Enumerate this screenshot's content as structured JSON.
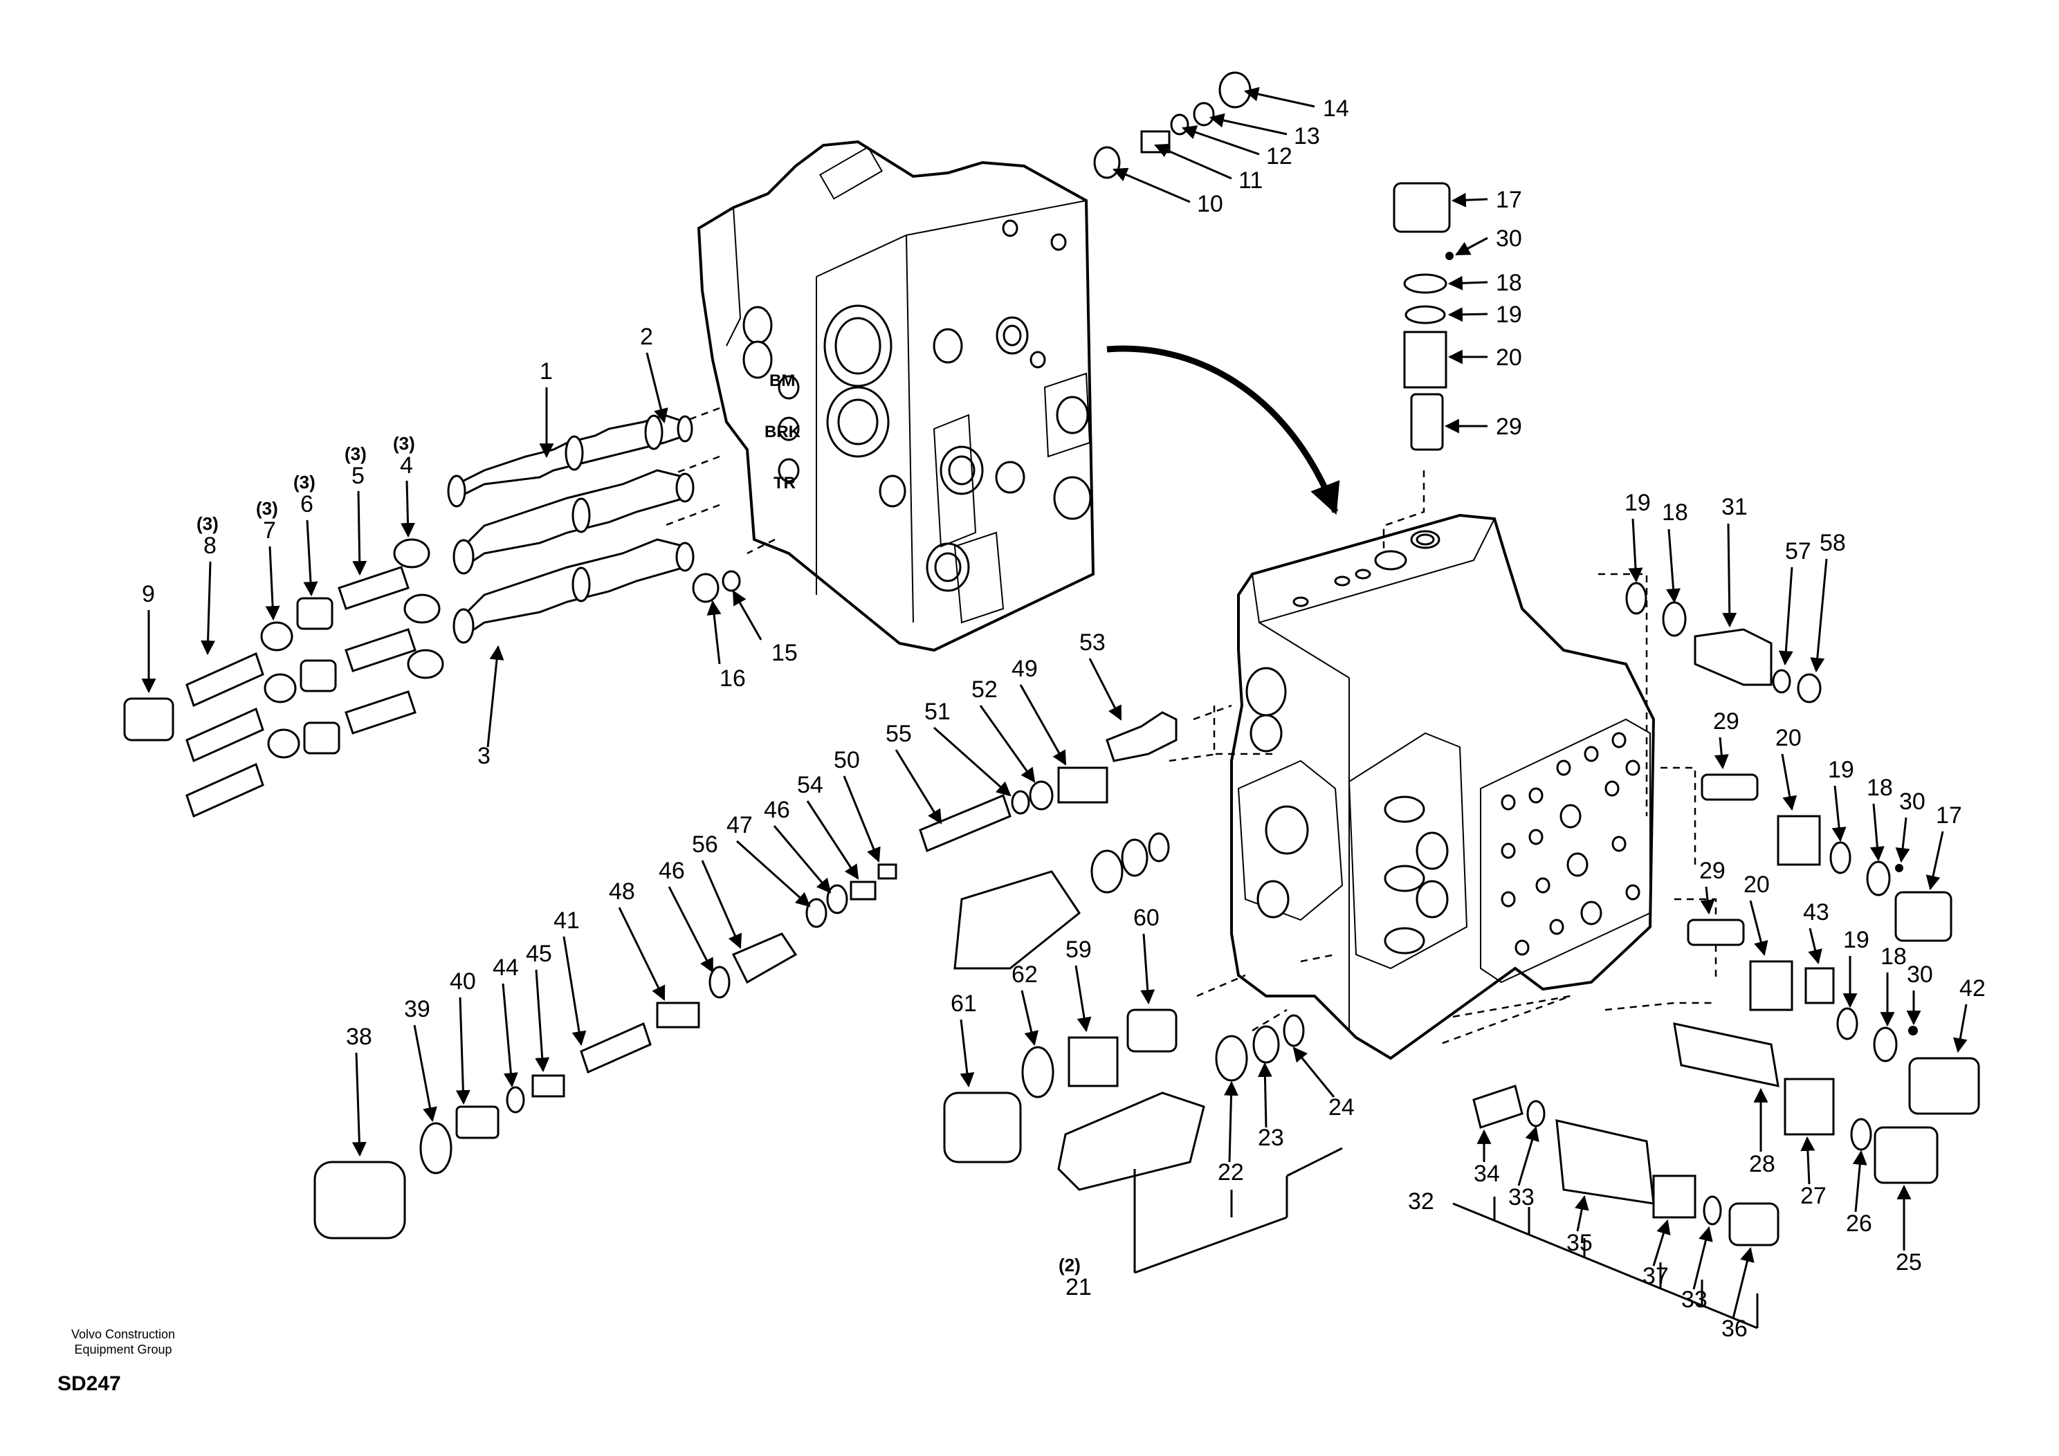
{
  "diagram": {
    "footer": {
      "company_line1": "Volvo Construction",
      "company_line2": "Equipment Group",
      "code": "SD247"
    },
    "valve_port_labels": [
      "BM",
      "BRK",
      "TR"
    ],
    "part_labels": [
      {
        "id": "p1",
        "text": "1"
      },
      {
        "id": "p2",
        "text": "2"
      },
      {
        "id": "p3",
        "text": "3"
      },
      {
        "id": "p4",
        "text": "4",
        "qty": "(3)"
      },
      {
        "id": "p5",
        "text": "5",
        "qty": "(3)"
      },
      {
        "id": "p6",
        "text": "6",
        "qty": "(3)"
      },
      {
        "id": "p7",
        "text": "7",
        "qty": "(3)"
      },
      {
        "id": "p8",
        "text": "8",
        "qty": "(3)"
      },
      {
        "id": "p9",
        "text": "9"
      },
      {
        "id": "p10",
        "text": "10"
      },
      {
        "id": "p11",
        "text": "11"
      },
      {
        "id": "p12",
        "text": "12"
      },
      {
        "id": "p13",
        "text": "13"
      },
      {
        "id": "p14",
        "text": "14"
      },
      {
        "id": "p15",
        "text": "15"
      },
      {
        "id": "p16",
        "text": "16"
      },
      {
        "id": "p17a",
        "text": "17"
      },
      {
        "id": "p30a",
        "text": "30"
      },
      {
        "id": "p18a",
        "text": "18"
      },
      {
        "id": "p19a",
        "text": "19"
      },
      {
        "id": "p20a",
        "text": "20"
      },
      {
        "id": "p29a",
        "text": "29"
      },
      {
        "id": "p19b",
        "text": "19"
      },
      {
        "id": "p18b",
        "text": "18"
      },
      {
        "id": "p31",
        "text": "31"
      },
      {
        "id": "p57",
        "text": "57"
      },
      {
        "id": "p58",
        "text": "58"
      },
      {
        "id": "p29b",
        "text": "29"
      },
      {
        "id": "p20b",
        "text": "20"
      },
      {
        "id": "p19c",
        "text": "19"
      },
      {
        "id": "p18c",
        "text": "18"
      },
      {
        "id": "p30b",
        "text": "30"
      },
      {
        "id": "p17b",
        "text": "17"
      },
      {
        "id": "p29c",
        "text": "29"
      },
      {
        "id": "p20c",
        "text": "20"
      },
      {
        "id": "p43",
        "text": "43"
      },
      {
        "id": "p19d",
        "text": "19"
      },
      {
        "id": "p18d",
        "text": "18"
      },
      {
        "id": "p30c",
        "text": "30"
      },
      {
        "id": "p42",
        "text": "42"
      },
      {
        "id": "p28",
        "text": "28"
      },
      {
        "id": "p27",
        "text": "27"
      },
      {
        "id": "p26",
        "text": "26"
      },
      {
        "id": "p25",
        "text": "25"
      },
      {
        "id": "p53",
        "text": "53"
      },
      {
        "id": "p49",
        "text": "49"
      },
      {
        "id": "p52",
        "text": "52"
      },
      {
        "id": "p51",
        "text": "51"
      },
      {
        "id": "p55",
        "text": "55"
      },
      {
        "id": "p50",
        "text": "50"
      },
      {
        "id": "p54",
        "text": "54"
      },
      {
        "id": "p46a",
        "text": "46"
      },
      {
        "id": "p47",
        "text": "47"
      },
      {
        "id": "p56",
        "text": "56"
      },
      {
        "id": "p46b",
        "text": "46"
      },
      {
        "id": "p48",
        "text": "48"
      },
      {
        "id": "p41",
        "text": "41"
      },
      {
        "id": "p45",
        "text": "45"
      },
      {
        "id": "p44",
        "text": "44"
      },
      {
        "id": "p40",
        "text": "40"
      },
      {
        "id": "p39",
        "text": "39"
      },
      {
        "id": "p38",
        "text": "38"
      },
      {
        "id": "p60",
        "text": "60"
      },
      {
        "id": "p59",
        "text": "59"
      },
      {
        "id": "p62",
        "text": "62"
      },
      {
        "id": "p61",
        "text": "61"
      },
      {
        "id": "p22",
        "text": "22"
      },
      {
        "id": "p23",
        "text": "23"
      },
      {
        "id": "p24",
        "text": "24"
      },
      {
        "id": "p21",
        "text": "21",
        "qty": "(2)"
      },
      {
        "id": "p34",
        "text": "34"
      },
      {
        "id": "p33a",
        "text": "33"
      },
      {
        "id": "p35",
        "text": "35"
      },
      {
        "id": "p37",
        "text": "37"
      },
      {
        "id": "p33b",
        "text": "33"
      },
      {
        "id": "p36",
        "text": "36"
      },
      {
        "id": "p32",
        "text": "32"
      }
    ]
  }
}
